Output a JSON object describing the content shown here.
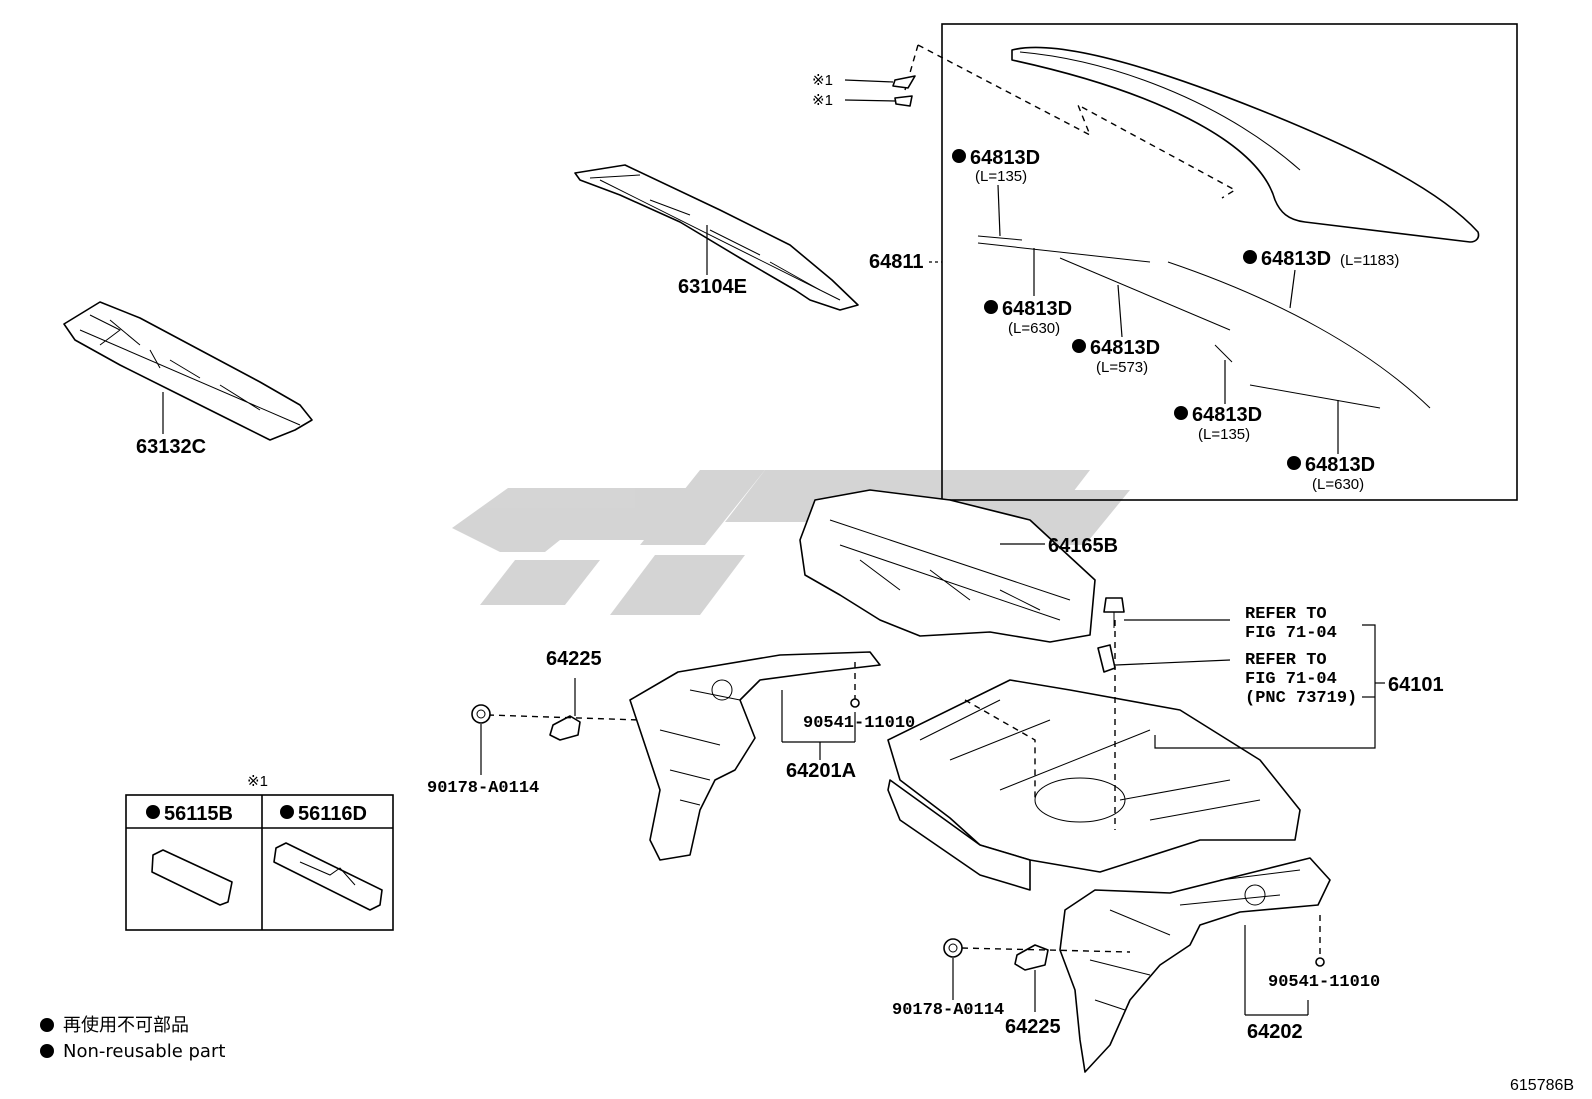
{
  "diagram": {
    "parts": {
      "p63132c": "63132C",
      "p63104e": "63104E",
      "p64811": "64811",
      "p64813d_a": "64813D",
      "p64813d_a_len": "(L=135)",
      "p64813d_b": "64813D",
      "p64813d_b_len": "(L=1183)",
      "p64813d_c": "64813D",
      "p64813d_c_len": "(L=630)",
      "p64813d_d": "64813D",
      "p64813d_d_len": "(L=573)",
      "p64813d_e": "64813D",
      "p64813d_e_len": "(L=135)",
      "p64813d_f": "64813D",
      "p64813d_f_len": "(L=630)",
      "p64165b": "64165B",
      "p64101": "64101",
      "p64225_a": "64225",
      "p64225_b": "64225",
      "p64201a": "64201A",
      "p64202": "64202",
      "p90541_a": "90541-11010",
      "p90541_b": "90541-11010",
      "p90178_a": "90178-A0114",
      "p90178_b": "90178-A0114"
    },
    "refer1": [
      "REFER TO",
      "FIG 71-04"
    ],
    "refer2": [
      "REFER TO",
      "FIG 71-04",
      "(PNC 73719)"
    ],
    "note_mark": "※1",
    "note_mark_a": "※1",
    "note_mark_b": "※1",
    "inset": {
      "col1": "56115B",
      "col2": "56116D"
    },
    "legend": {
      "line1": "再使用不可部品",
      "line2": "Non-reusable part"
    },
    "figure_id": "615786B"
  }
}
